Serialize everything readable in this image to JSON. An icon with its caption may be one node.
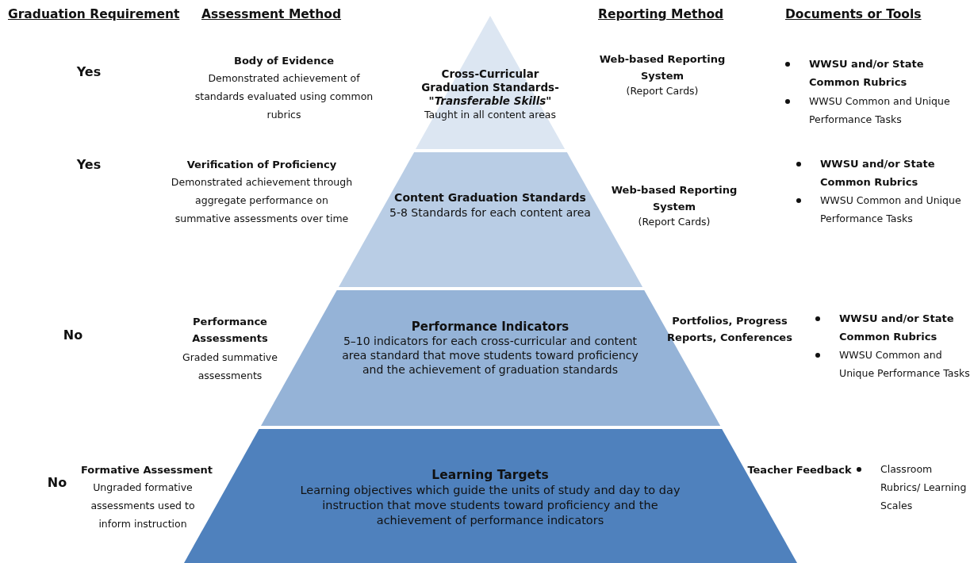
{
  "diagram": {
    "nodes": [
      {
        "text": [
          "Cross-Curricular Graduation Standards- *\"Transferable Skills\"*",
          "Taught in all content areas"
        ]
      },
      {
        "text": [
          "Content Graduation Standards",
          "5-8 Standards for each content area"
        ]
      },
      {
        "text": [
          "Performance Indicators",
          "5–10 indicators for each cross-curricular and content area standard that move students toward proficiency and the achievement of graduation standards"
        ]
      },
      {
        "text": [
          "Learning Targets",
          "Learning objectives which guide the units of study and day to day instruction that move students toward proficiency and the achievement of performance indicators"
        ]
      }
    ],
    "edges": [],
    "labels": [
      "Graduation Requirement",
      "Assessment Method",
      "Reporting Method",
      "Documents or Tools",
      "Yes",
      "Body of Evidence",
      "Demonstrated achievement of standards evaluated using common rubrics",
      "Web-based Reporting System",
      "(Report Cards)",
      "WWSU and/or State Common Rubrics",
      "WWSU Common and Unique Performance Tasks",
      "Yes",
      "Verification of Proficiency",
      "Demonstrated achievement through aggregate performance on summative assessments over time",
      "Web-based Reporting System",
      "(Report Cards)",
      "WWSU and/or State Common Rubrics",
      "WWSU Common and Unique Performance Tasks",
      "No",
      "Performance Assessments",
      "Graded summative assessments",
      "Portfolios, Progress Reports, Conferences",
      "WWSU and/or State Common Rubrics",
      "WWSU Common and Unique Performance Tasks",
      "No",
      "Formative Assessment",
      "Ungraded formative assessments used to inform instruction",
      "Teacher Feedback",
      "Classroom Rubrics/ Learning Scales"
    ]
  }
}
